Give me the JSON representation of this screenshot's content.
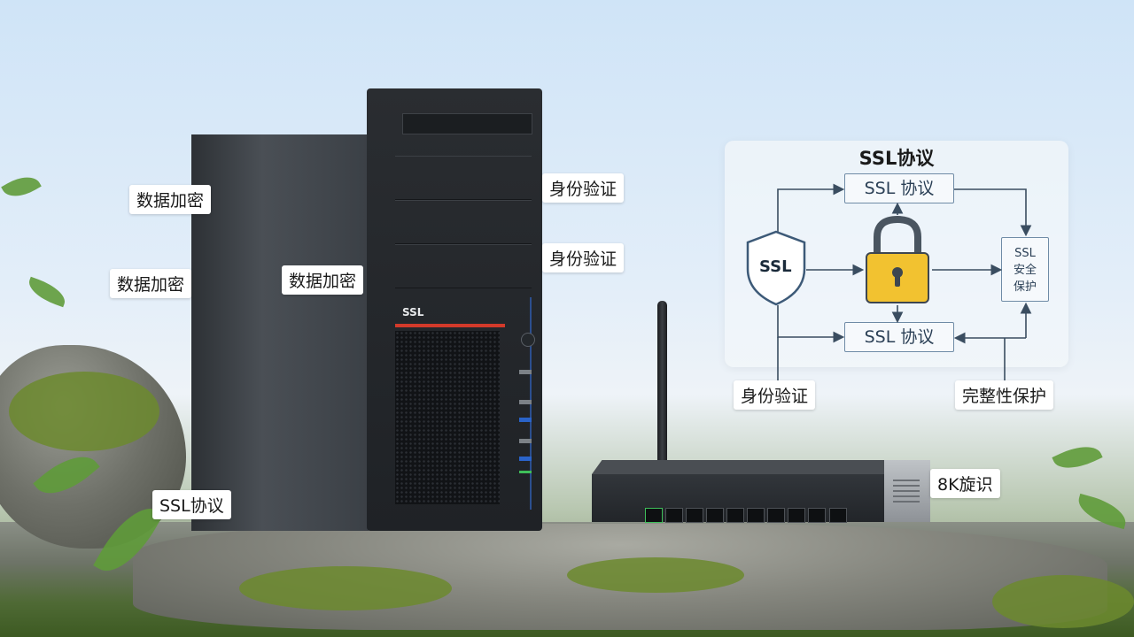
{
  "callouts": {
    "data_encryption_1": "数据加密",
    "data_encryption_2": "数据加密",
    "data_encryption_3": "数据加密",
    "auth_1": "身份验证",
    "auth_2": "身份验证",
    "ssl_protocol": "SSL协议",
    "auth_bottom": "身份验证",
    "integrity": "完整性保护",
    "router_label": "8K旋识"
  },
  "tower": {
    "brand": "SSL"
  },
  "diagram": {
    "title": "SSL协议",
    "top_box": "SSL 协议",
    "bottom_box": "SSL 协议",
    "shield_text": "SSL",
    "side_box_lines": [
      "SSL",
      "安全",
      "保护"
    ]
  },
  "colors": {
    "lock_body": "#f2c230",
    "lock_shackle": "#4a5560",
    "diagram_line": "#3a4d60",
    "box_border": "#6f8ba6",
    "accent_red": "#d33a2a",
    "usb_blue": "#2a63c9"
  }
}
